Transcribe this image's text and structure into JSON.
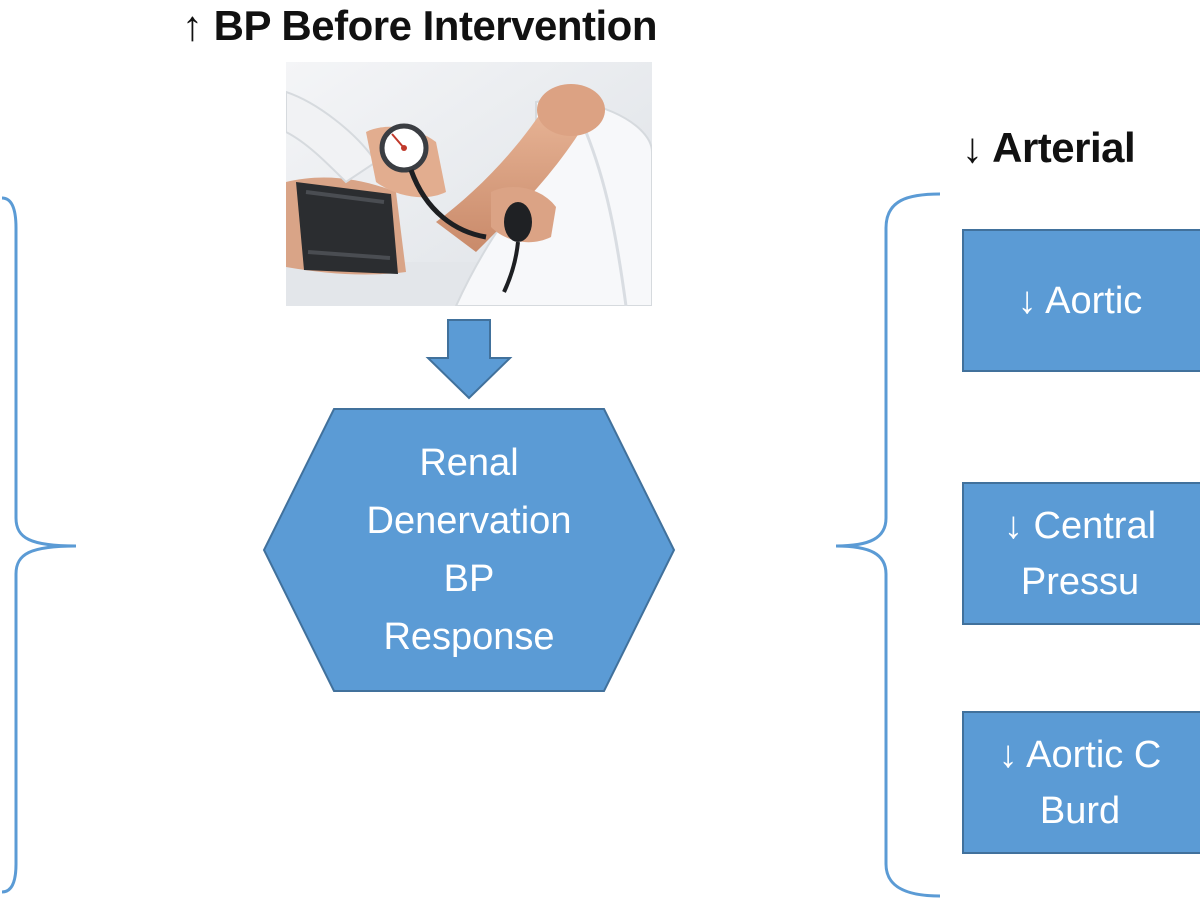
{
  "title_top": "↑ BP Before Intervention",
  "title_right": "↓ Arterial",
  "hexagon": {
    "lines": [
      "Renal",
      "Denervation",
      "BP",
      "Response"
    ]
  },
  "boxes": [
    {
      "lines": [
        "↓ Aortic"
      ]
    },
    {
      "lines": [
        "↓ Central",
        "Pressu"
      ]
    },
    {
      "lines": [
        "↓ Aortic C",
        "Burd"
      ]
    }
  ],
  "colors": {
    "shape_fill": "#5b9bd5",
    "shape_stroke": "#41719c",
    "brace": "#5b9bd5",
    "title": "#111111"
  },
  "icons": {
    "photo": "blood-pressure-measurement-photo",
    "arrow": "down-arrow-icon"
  }
}
